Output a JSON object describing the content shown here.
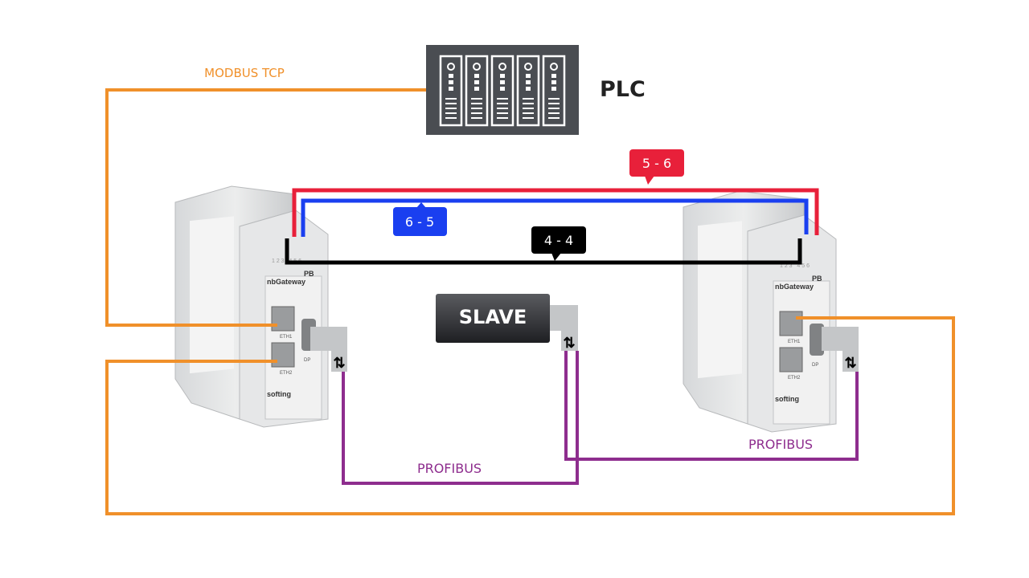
{
  "plc": {
    "label": "PLC",
    "icon": "server-rack-icon",
    "box_color": "#4a4d52"
  },
  "slave": {
    "label": "SLAVE"
  },
  "connections": {
    "modbus_tcp": {
      "label": "MODBUS TCP",
      "color": "#f0902a"
    },
    "profibus_left": {
      "label": "PROFIBUS",
      "color": "#8e2d8e"
    },
    "profibus_right": {
      "label": "PROFIBUS",
      "color": "#8e2d8e"
    },
    "wire_red": {
      "label": "5 - 6",
      "color": "#e8203a"
    },
    "wire_blue": {
      "label": "6 - 5",
      "color": "#1a3ff0"
    },
    "wire_black": {
      "label": "4 - 4",
      "color": "#000000"
    }
  },
  "devices": [
    {
      "model": "nbGateway",
      "port": "PB",
      "terminals": "1 2 3   4 5 6",
      "eth1": "ETH1",
      "eth2": "ETH2",
      "dp": "DP",
      "brand": "softing"
    },
    {
      "model": "nbGateway",
      "port": "PB",
      "terminals": "1 2 3   4 5 6",
      "eth1": "ETH1",
      "eth2": "ETH2",
      "dp": "DP",
      "brand": "softing"
    }
  ]
}
